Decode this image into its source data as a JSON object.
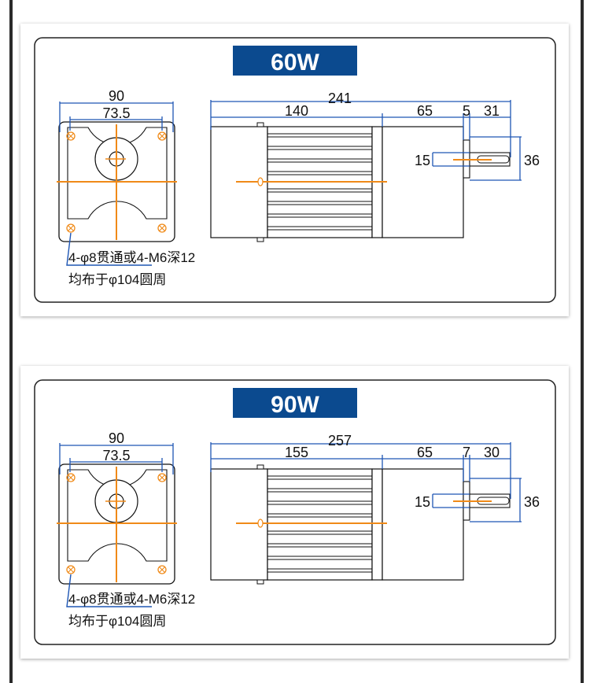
{
  "panels": [
    {
      "title": "60W",
      "flange": {
        "width": "90",
        "hole_spacing": "73.5"
      },
      "motor": {
        "total_length": "241",
        "body_length": "140",
        "gearbox_length": "65",
        "shaft_step": "5",
        "shaft_length": "31",
        "key_width": "15",
        "shaft_height": "36"
      },
      "note_line1": "4-φ8贯通或4-M6深12",
      "note_line2": "均布于φ104圆周"
    },
    {
      "title": "90W",
      "flange": {
        "width": "90",
        "hole_spacing": "73.5"
      },
      "motor": {
        "total_length": "257",
        "body_length": "155",
        "gearbox_length": "65",
        "shaft_step": "7",
        "shaft_length": "30",
        "key_width": "15",
        "shaft_height": "36"
      },
      "note_line1": "4-φ8贯通或4-M6深12",
      "note_line2": "均布于φ104圆周"
    }
  ],
  "colors": {
    "title_bg": "#0b4a8f",
    "dimension_line": "#1e56b4",
    "center_line": "#f08a18",
    "outline": "#111111",
    "card_border": "#222222"
  }
}
